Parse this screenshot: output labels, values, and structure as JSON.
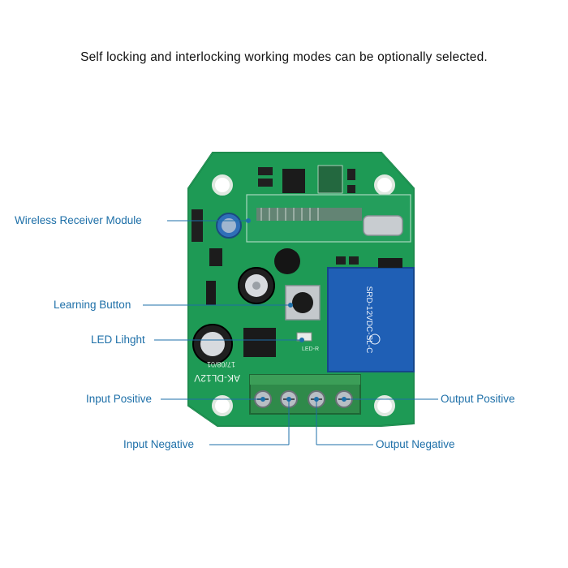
{
  "caption": "Self locking and interlocking working modes can be optionally selected.",
  "labels": {
    "wireless_receiver_module": "Wireless Receiver Module",
    "learning_button": "Learning Button",
    "led_light": "LED Lihght",
    "input_positive": "Input Positive",
    "input_negative": "Input Negative",
    "output_positive": "Output Positive",
    "output_negative": "Output Negative"
  },
  "board_text": {
    "model": "AK-DL12V",
    "date": "17/08/01",
    "relay_model": "SRD-12VDC-SL-C",
    "led_mark": "LED-R"
  },
  "colors": {
    "pcb": "#1e9a55",
    "terminal": "#2f8a4a",
    "relay": "#1f5fb5",
    "callout": "#1d6fa8"
  }
}
